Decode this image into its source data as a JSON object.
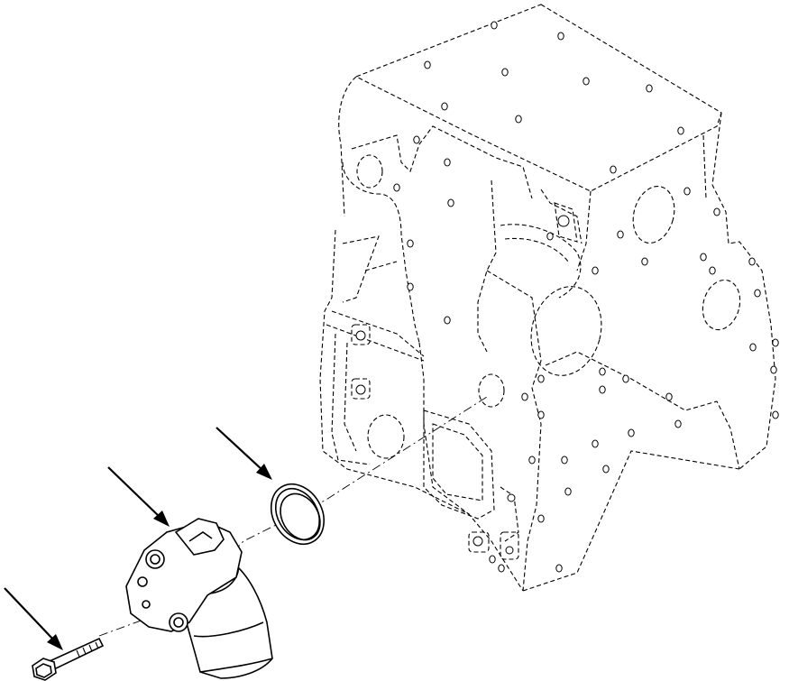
{
  "diagram": {
    "kind": "exploded-parts-view",
    "parts": [
      {
        "id": "engine-block",
        "style": "phantom-dashed"
      },
      {
        "id": "seal-ring",
        "style": "solid"
      },
      {
        "id": "water-outlet-elbow",
        "style": "solid"
      },
      {
        "id": "flange-bolt",
        "style": "solid"
      }
    ],
    "callout_arrows": 3,
    "line_color": "#000000",
    "background": "#ffffff"
  }
}
